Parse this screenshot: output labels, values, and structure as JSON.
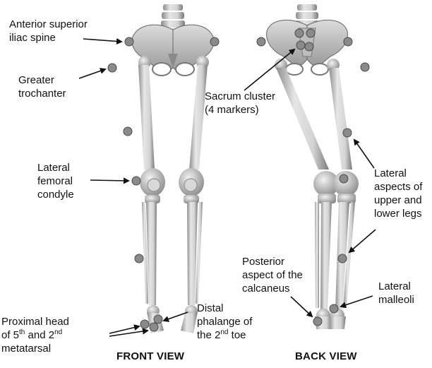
{
  "views": {
    "front": "FRONT VIEW",
    "back": "BACK VIEW"
  },
  "labels": {
    "asis": [
      "Anterior superior",
      "iliac spine"
    ],
    "trochanter": [
      "Greater",
      "trochanter"
    ],
    "sacrum": [
      "Sacrum cluster",
      "(4 markers)"
    ],
    "condyle": [
      "Lateral",
      "femoral",
      "condyle"
    ],
    "legs": [
      "Lateral",
      "aspects of",
      "upper and",
      "lower legs"
    ],
    "calcaneus": [
      "Posterior",
      "aspect of the",
      "calcaneus"
    ],
    "malleoli": [
      "Lateral",
      "malleoli"
    ],
    "metatarsal": {
      "line1": "Proximal head",
      "line2_a": "of 5",
      "line2_sup1": "th",
      "line2_b": " and 2",
      "line2_sup2": "nd",
      "line3": "metatarsal"
    },
    "toe": {
      "line1": "Distal",
      "line2": "phalange of",
      "line3_a": "the 2",
      "line3_sup": "nd",
      "line3_b": " toe"
    }
  },
  "colors": {
    "marker_fill": "#8a8a8a",
    "marker_stroke": "#4a4a4a",
    "bone_light": "#e4e4e4",
    "bone_dark": "#9a9a9a",
    "arrow": "#111111"
  }
}
